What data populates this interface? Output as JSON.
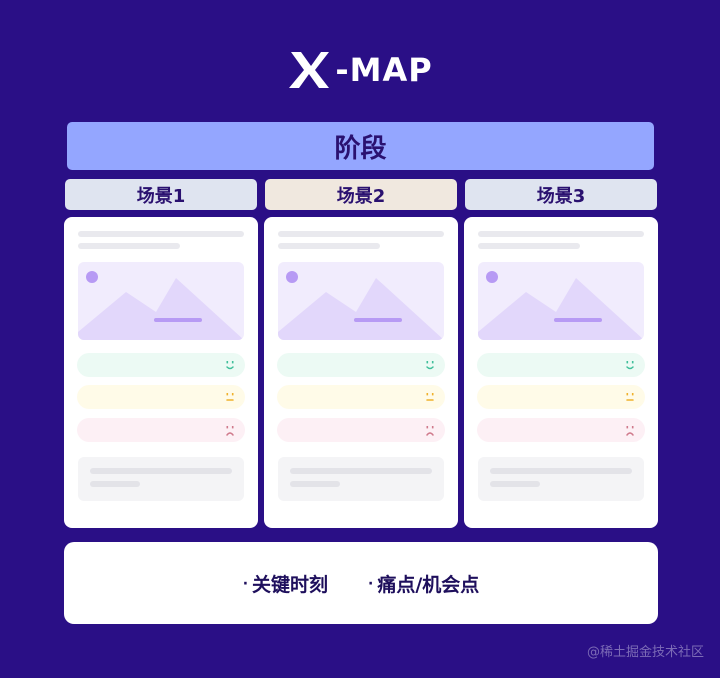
{
  "logo": {
    "text": "-MAP"
  },
  "stage": {
    "label": "阶段"
  },
  "scenes": [
    {
      "label": "场景1",
      "bg": "#dfe4f0"
    },
    {
      "label": "场景2",
      "bg": "#f0e8df"
    },
    {
      "label": "场景3",
      "bg": "#dfe4f0"
    }
  ],
  "bottom": {
    "bullet": "·",
    "items": [
      "关键时刻",
      "痛点/机会点"
    ]
  },
  "watermark": "@稀土掘金技术社区",
  "colors": {
    "background": "#2a0f86",
    "stage_bar": "#94a6ff",
    "happy_pill": "#ecfaf4",
    "neutral_pill": "#fffbe8",
    "sad_pill": "#fdf0f5",
    "happy_icon": "#3fbf9a",
    "neutral_icon": "#f0b12b",
    "sad_icon": "#d07a8c",
    "image_placeholder": "#f1ecfd",
    "mountain": "#e2d7fb",
    "accent_purple": "#b79af4"
  },
  "icons": [
    "x-logo-icon",
    "image-placeholder-icon",
    "smile-face-icon",
    "neutral-face-icon",
    "frown-face-icon"
  ]
}
